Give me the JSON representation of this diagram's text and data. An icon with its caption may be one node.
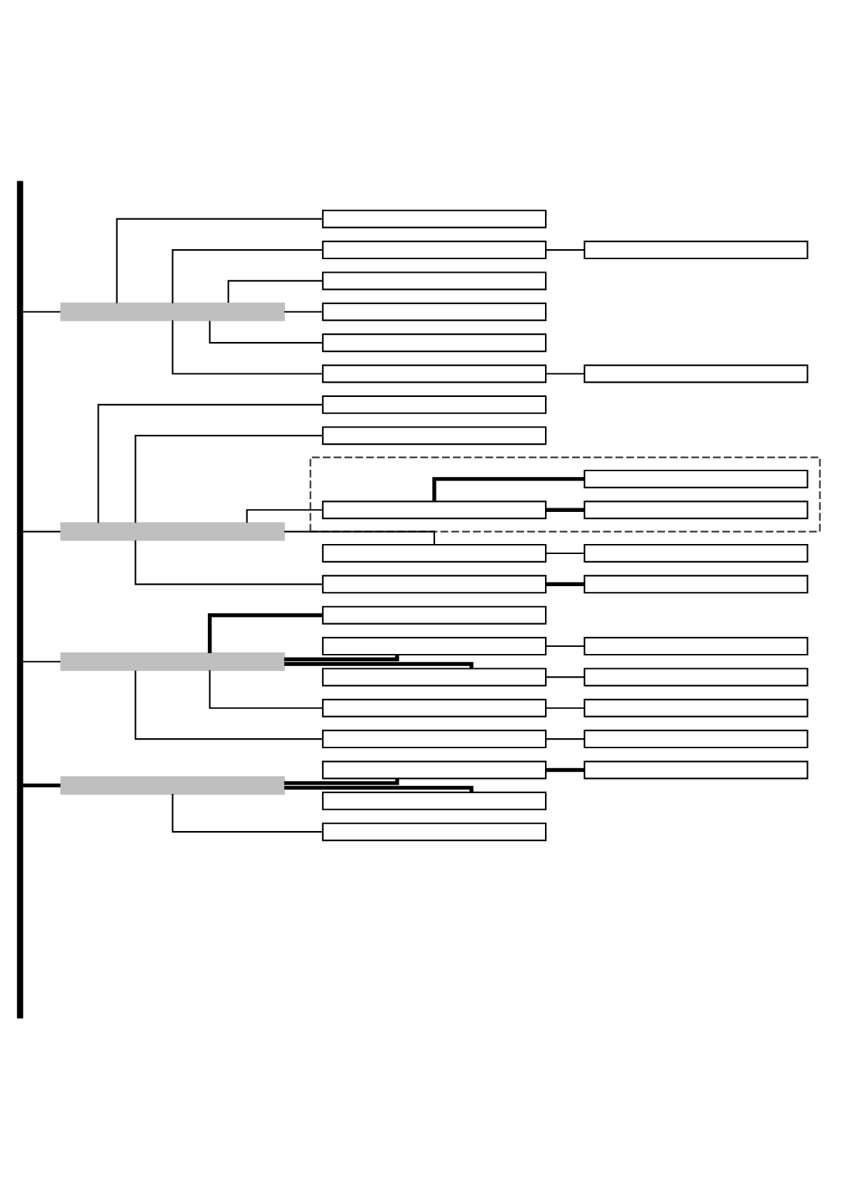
{
  "diagram": {
    "nodes": [
      {
        "text": [],
        "shape": "line"
      },
      {
        "text": [],
        "shape": "bar"
      },
      {
        "text": [],
        "shape": "box"
      },
      {
        "text": [],
        "shape": "box"
      },
      {
        "text": [],
        "shape": "box"
      },
      {
        "text": [],
        "shape": "box"
      },
      {
        "text": [],
        "shape": "box"
      },
      {
        "text": [],
        "shape": "box"
      },
      {
        "text": [],
        "shape": "box"
      },
      {
        "text": [],
        "shape": "box"
      },
      {
        "text": [],
        "shape": "bar"
      },
      {
        "text": [],
        "shape": "box"
      },
      {
        "text": [],
        "shape": "box"
      },
      {
        "text": [],
        "shape": "box"
      },
      {
        "text": [],
        "shape": "box",
        "in": 13
      },
      {
        "text": [],
        "shape": "box",
        "in": 13
      },
      {
        "text": [],
        "shape": "box",
        "in": 13
      },
      {
        "text": [],
        "shape": "box"
      },
      {
        "text": [],
        "shape": "box"
      },
      {
        "text": [],
        "shape": "box"
      },
      {
        "text": [],
        "shape": "box"
      },
      {
        "text": [],
        "shape": "bar"
      },
      {
        "text": [],
        "shape": "box"
      },
      {
        "text": [],
        "shape": "box"
      },
      {
        "text": [],
        "shape": "box"
      },
      {
        "text": [],
        "shape": "box"
      },
      {
        "text": [],
        "shape": "box"
      },
      {
        "text": [],
        "shape": "box"
      },
      {
        "text": [],
        "shape": "box"
      },
      {
        "text": [],
        "shape": "box"
      },
      {
        "text": [],
        "shape": "box"
      },
      {
        "text": [],
        "shape": "bar"
      },
      {
        "text": [],
        "shape": "box"
      },
      {
        "text": [],
        "shape": "box"
      },
      {
        "text": [],
        "shape": "box"
      },
      {
        "text": [],
        "shape": "box"
      }
    ],
    "edges": [
      {
        "from": 0,
        "to": 1,
        "arrow": "none"
      },
      {
        "from": 1,
        "to": 2,
        "arrow": "none"
      },
      {
        "from": 1,
        "to": 3,
        "arrow": "none"
      },
      {
        "from": 3,
        "to": 4,
        "arrow": "none"
      },
      {
        "from": 1,
        "to": 5,
        "arrow": "none"
      },
      {
        "from": 1,
        "to": 6,
        "arrow": "none"
      },
      {
        "from": 1,
        "to": 7,
        "arrow": "none"
      },
      {
        "from": 1,
        "to": 8,
        "arrow": "none"
      },
      {
        "from": 8,
        "to": 9,
        "arrow": "none"
      },
      {
        "from": 0,
        "to": 10,
        "arrow": "none"
      },
      {
        "from": 10,
        "to": 11,
        "arrow": "none"
      },
      {
        "from": 10,
        "to": 12,
        "arrow": "none"
      },
      {
        "from": 10,
        "to": 15,
        "arrow": "none"
      },
      {
        "from": 15,
        "to": 14,
        "arrow": "none",
        "style": "thick"
      },
      {
        "from": 15,
        "to": 16,
        "arrow": "none",
        "style": "thick"
      },
      {
        "from": 10,
        "to": 17,
        "arrow": "none"
      },
      {
        "from": 17,
        "to": 18,
        "arrow": "none"
      },
      {
        "from": 10,
        "to": 19,
        "arrow": "none"
      },
      {
        "from": 19,
        "to": 20,
        "arrow": "none",
        "style": "thick"
      },
      {
        "from": 0,
        "to": 21,
        "arrow": "none"
      },
      {
        "from": 21,
        "to": 22,
        "arrow": "none",
        "style": "thick"
      },
      {
        "from": 21,
        "to": 23,
        "arrow": "none",
        "style": "thick"
      },
      {
        "from": 23,
        "to": 24,
        "arrow": "none"
      },
      {
        "from": 21,
        "to": 25,
        "arrow": "none",
        "style": "thick"
      },
      {
        "from": 25,
        "to": 26,
        "arrow": "none"
      },
      {
        "from": 21,
        "to": 27,
        "arrow": "none"
      },
      {
        "from": 27,
        "to": 28,
        "arrow": "none"
      },
      {
        "from": 21,
        "to": 29,
        "arrow": "none"
      },
      {
        "from": 29,
        "to": 30,
        "arrow": "none"
      },
      {
        "from": 0,
        "to": 31,
        "arrow": "none",
        "style": "thick"
      },
      {
        "from": 31,
        "to": 32,
        "arrow": "none",
        "style": "thick"
      },
      {
        "from": 32,
        "to": 33,
        "arrow": "none",
        "style": "thick"
      },
      {
        "from": 31,
        "to": 34,
        "arrow": "none",
        "style": "thick"
      },
      {
        "from": 31,
        "to": 35,
        "arrow": "none"
      }
    ]
  }
}
